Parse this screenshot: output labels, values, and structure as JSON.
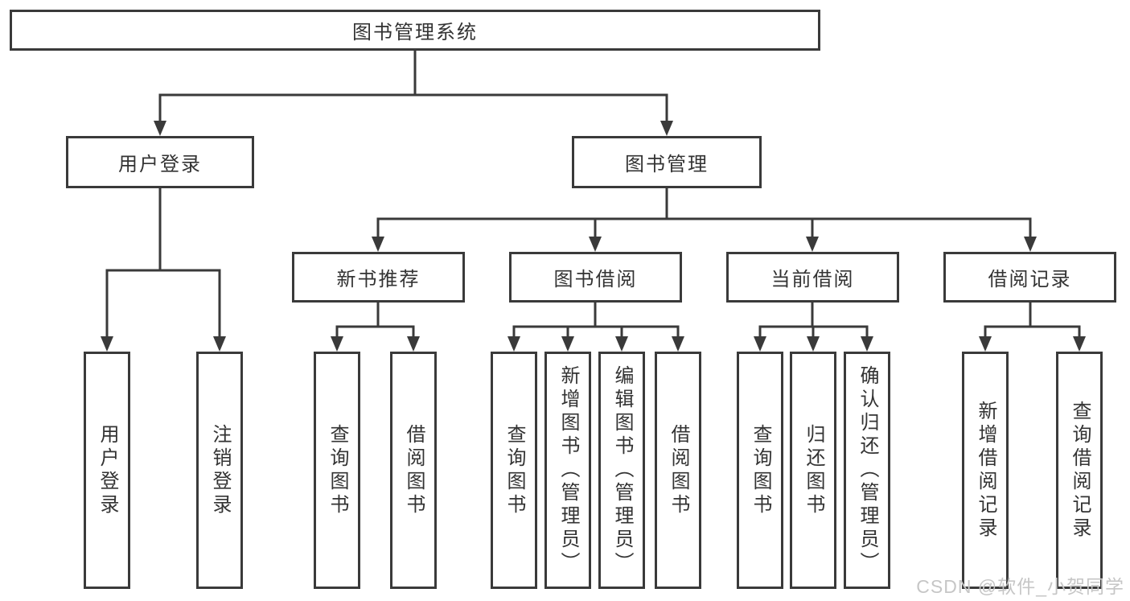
{
  "tree": {
    "root": "图书管理系统",
    "children": [
      {
        "label": "用户登录",
        "children": [
          "用户登录",
          "注销登录"
        ]
      },
      {
        "label": "图书管理",
        "children": [
          {
            "label": "新书推荐",
            "children": [
              "查询图书",
              "借阅图书"
            ]
          },
          {
            "label": "图书借阅",
            "children": [
              "查询图书",
              "新增图书（管理员）",
              "编辑图书（管理员）",
              "借阅图书"
            ]
          },
          {
            "label": "当前借阅",
            "children": [
              "查询图书",
              "归还图书",
              "确认归还（管理员）"
            ]
          },
          {
            "label": "借阅记录",
            "children": [
              "新增借阅记录",
              "查询借阅记录"
            ]
          }
        ]
      }
    ]
  },
  "watermark": {
    "text": "CSDN @软件_小贺同学"
  },
  "colors": {
    "line": "#3a3a3a",
    "box_border": "#3a3a3a",
    "text": "#333333",
    "watermark_text": "#c6c6c6",
    "background": "#ffffff"
  }
}
